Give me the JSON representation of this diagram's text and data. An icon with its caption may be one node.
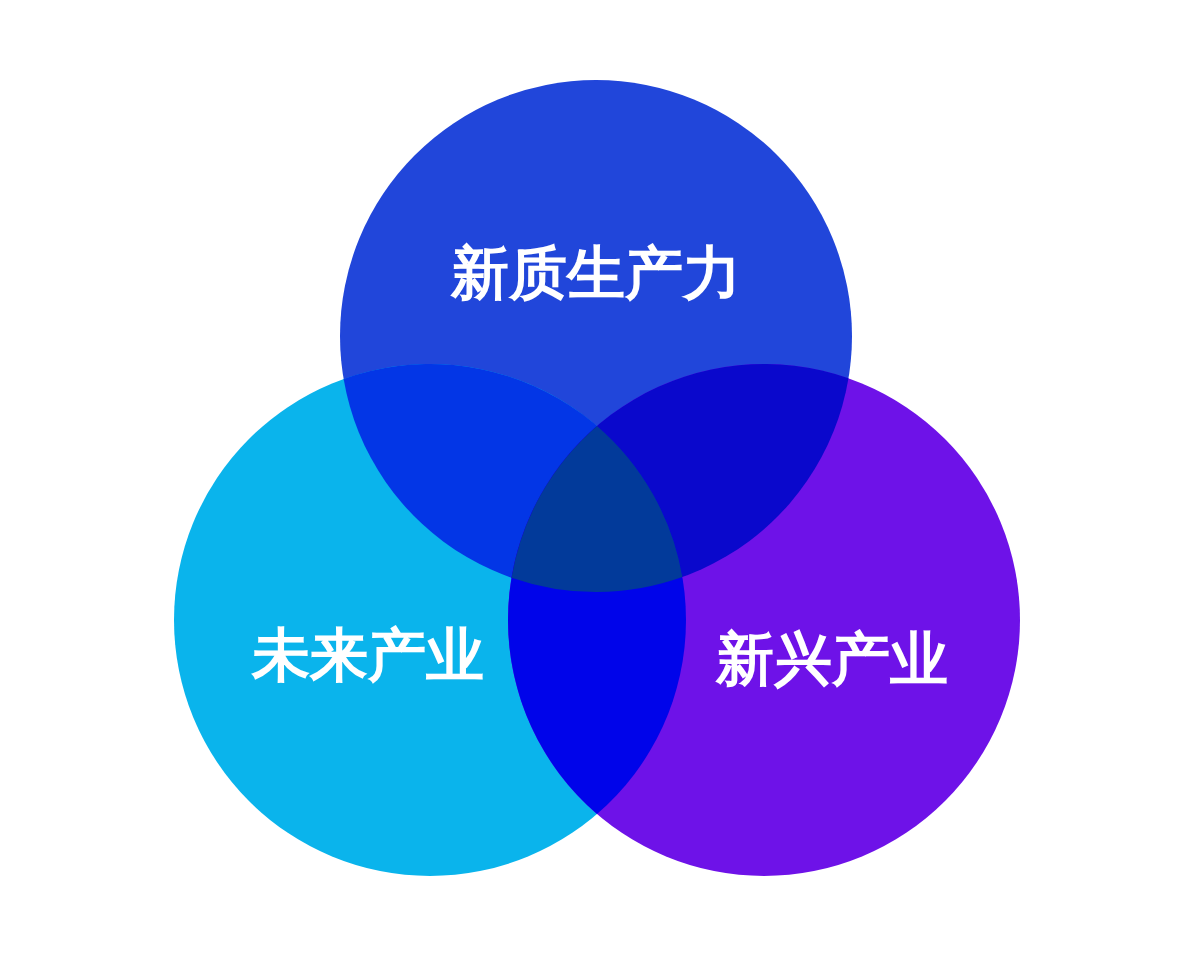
{
  "diagram": {
    "nodes": [
      {
        "text": [
          "新质生产力"
        ]
      },
      {
        "text": [
          "未来产业"
        ]
      },
      {
        "text": [
          "新兴产业"
        ]
      }
    ]
  }
}
